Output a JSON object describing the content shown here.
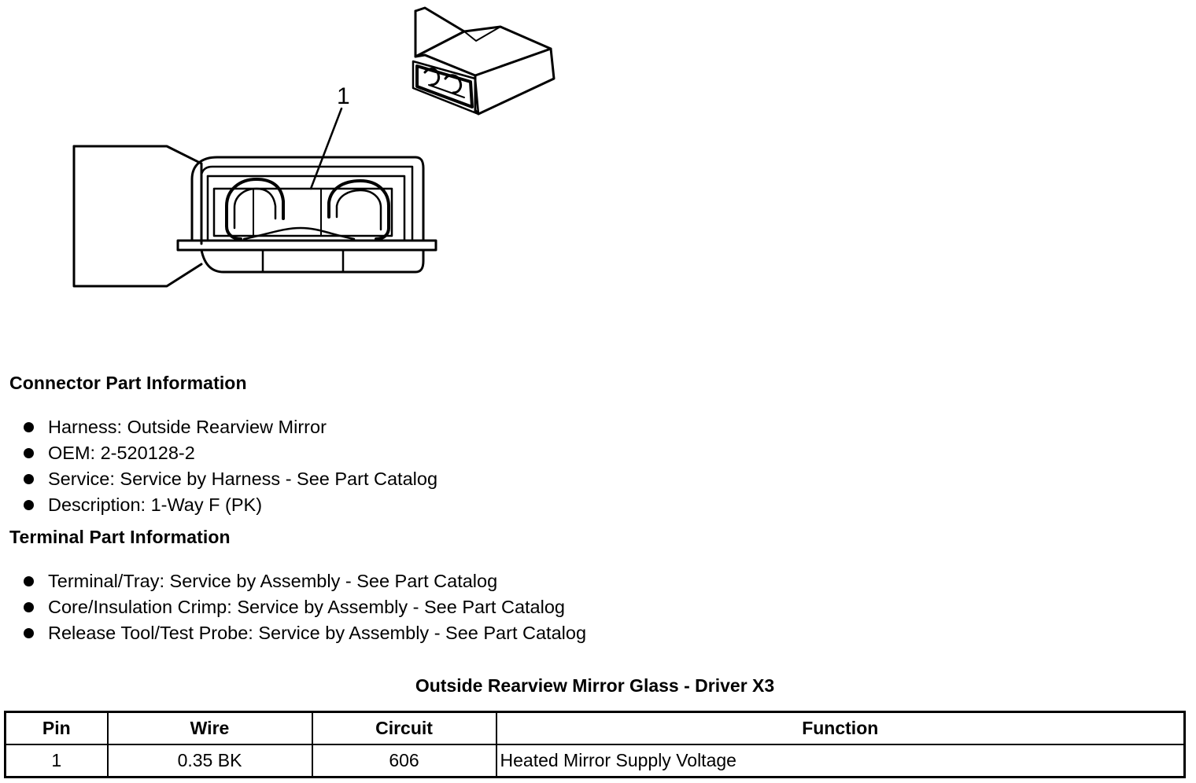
{
  "figure": {
    "callout_label": "1"
  },
  "connector_section": {
    "title": "Connector Part Information",
    "items": [
      "Harness: Outside Rearview Mirror",
      "OEM: 2-520128-2",
      "Service: Service by Harness - See Part Catalog",
      "Description: 1-Way F (PK)"
    ]
  },
  "terminal_section": {
    "title": "Terminal Part Information",
    "items": [
      "Terminal/Tray: Service by Assembly - See Part Catalog",
      "Core/Insulation Crimp: Service by Assembly - See Part Catalog",
      "Release Tool/Test Probe: Service by Assembly - See Part Catalog"
    ]
  },
  "pin_table": {
    "caption": "Outside Rearview Mirror Glass - Driver X3",
    "headers": [
      "Pin",
      "Wire",
      "Circuit",
      "Function"
    ],
    "rows": [
      [
        "1",
        "0.35 BK",
        "606",
        "Heated Mirror Supply Voltage"
      ]
    ]
  }
}
